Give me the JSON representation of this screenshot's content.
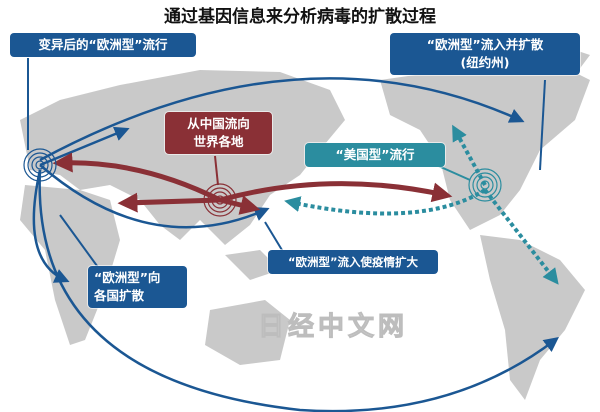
{
  "title": "通过基因信息来分析病毒的扩散过程",
  "labels": {
    "europe_mutated": "变异后的“欧洲型”流行",
    "ny_line1": "“欧洲型”流入并扩散",
    "ny_line2": "(纽约州)",
    "china_line1": "从中国流向",
    "china_line2": "世界各地",
    "us_type": "“美国型”流行",
    "europe_inflow": "“欧洲型”流入使疫情扩大",
    "europe_spread_line1": "“欧洲型”向",
    "europe_spread_line2": "各国扩散"
  },
  "watermark": "日经中文网",
  "colors": {
    "europe": "#1b5793",
    "china": "#8a3036",
    "us": "#2b8d9f",
    "land": "#c9c9c9"
  }
}
